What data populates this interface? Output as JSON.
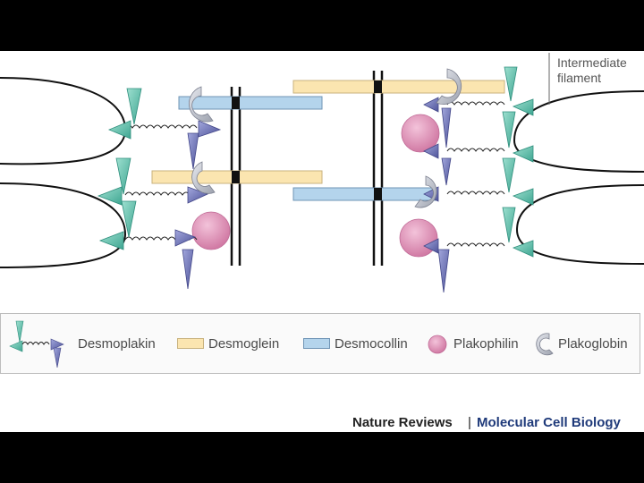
{
  "labels": {
    "intermediate_filament": [
      "Intermediate",
      "filament"
    ]
  },
  "legend": [
    {
      "icon": "desmoplakin-icon",
      "label": "Desmoplakin"
    },
    {
      "icon": "desmoglein-icon",
      "label": "Desmoglein"
    },
    {
      "icon": "desmocollin-icon",
      "label": "Desmocollin"
    },
    {
      "icon": "plakophilin-icon",
      "label": "Plakophilin"
    },
    {
      "icon": "plakoglobin-icon",
      "label": "Plakoglobin"
    }
  ],
  "credit": {
    "journal": "Nature Reviews",
    "separator": "|",
    "section": "Molecular Cell Biology"
  },
  "colors": {
    "desmoglein": "#fbe5b0",
    "desmocollin": "#b4d4ec",
    "plakophilin": "#d67aa7",
    "desmoplakin_teal": "#58c2ad",
    "desmoplakin_purple": "#6a6fb0",
    "plakoglobin": "#b3b7c2",
    "credit_section": "#1f3a7a"
  }
}
